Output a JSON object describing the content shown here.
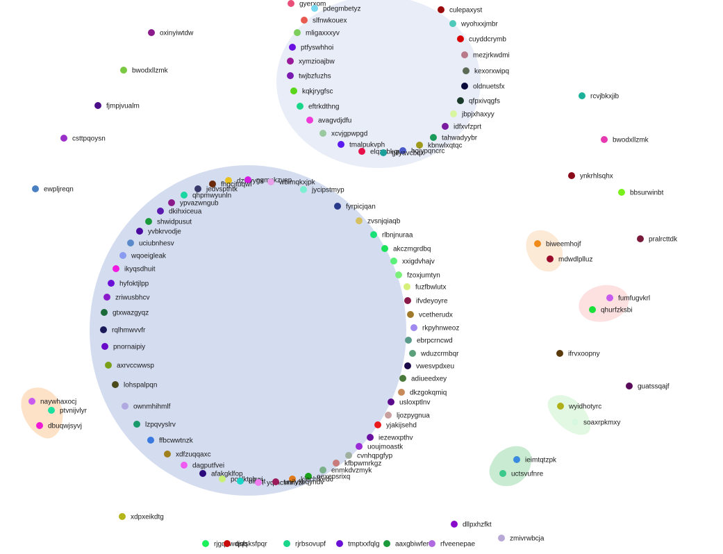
{
  "diagram": {
    "type": "cluster-graph",
    "clusters": [
      {
        "name": "cluster-top",
        "color": "#e9edf8"
      },
      {
        "name": "cluster-main",
        "color": "#d4dcf0"
      },
      {
        "name": "cluster-left",
        "color": "#fde2c8"
      },
      {
        "name": "cluster-biweem",
        "color": "#fce9d6"
      },
      {
        "name": "cluster-fumfug",
        "color": "#fde0e0"
      },
      {
        "name": "cluster-wyid",
        "color": "#e2f8e2"
      },
      {
        "name": "cluster-ieimt",
        "color": "#c8ebd2"
      }
    ],
    "nodes": [
      {
        "label": "oxinyiwtdw",
        "color": "#8b1a8b"
      },
      {
        "label": "bwodxllzmk",
        "color": "#7ac943"
      },
      {
        "label": "fjmpjvualm",
        "color": "#4b0f8a"
      },
      {
        "label": "csttpqoysn",
        "color": "#9b2fc9"
      },
      {
        "label": "ewpljreqn",
        "color": "#4a7fc1"
      },
      {
        "label": "xdpxeikdtg",
        "color": "#b5b51a"
      },
      {
        "label": "gyerxom",
        "color": "#e8507a"
      },
      {
        "label": "pdegmbetyz",
        "color": "#7ad8f0"
      },
      {
        "label": "culepaxyst",
        "color": "#9b0a0a"
      },
      {
        "label": "slfnwkouex",
        "color": "#e85a4f"
      },
      {
        "label": "wyohxxjmbr",
        "color": "#4fc9b9"
      },
      {
        "label": "mligaxxxyv",
        "color": "#7dce5a"
      },
      {
        "label": "cuyddcrymb",
        "color": "#d60000"
      },
      {
        "label": "ptfyswhhoi",
        "color": "#6a10e0"
      },
      {
        "label": "mezjrkwdmi",
        "color": "#b87a8a"
      },
      {
        "label": "xymzioajbw",
        "color": "#9a1a9a"
      },
      {
        "label": "kexorxwipq",
        "color": "#5a6a55"
      },
      {
        "label": "twjbzfuzhs",
        "color": "#7a1ab0"
      },
      {
        "label": "oldnuetsfx",
        "color": "#0a0a3a"
      },
      {
        "label": "kqkjrygfsc",
        "color": "#5ad61a"
      },
      {
        "label": "qfpxivqgfs",
        "color": "#1a3a2a"
      },
      {
        "label": "eftrkdthng",
        "color": "#1ad68a"
      },
      {
        "label": "jbpjxhaxyy",
        "color": "#d8f5a0"
      },
      {
        "label": "avagvdjdfu",
        "color": "#f03ad8"
      },
      {
        "label": "idfxvfzprt",
        "color": "#7a1aa0"
      },
      {
        "label": "xcvjgpwpgd",
        "color": "#9ac9a0"
      },
      {
        "label": "tahwadyybr",
        "color": "#1a9a5a"
      },
      {
        "label": "tmalpukvph",
        "color": "#5a1af0"
      },
      {
        "label": "kbnwlxqtqc",
        "color": "#a09a1a"
      },
      {
        "label": "elqzvbkqm",
        "color": "#e8104a"
      },
      {
        "label": "hqiypqncrc",
        "color": "#4a5ac9"
      },
      {
        "label": "gilyavcbqx",
        "color": "#1aa09a"
      },
      {
        "label": "dzwvygx",
        "color": "#e8c020"
      },
      {
        "label": "ngmnkzvep",
        "color": "#d61ae0"
      },
      {
        "label": "wbimqkxjpk",
        "color": "#e8a0e8"
      },
      {
        "label": "fhgcjtuqwl",
        "color": "#6a2a0a"
      },
      {
        "label": "jedvsptntk",
        "color": "#3a3a6a"
      },
      {
        "label": "jycipstmyp",
        "color": "#7af0d0"
      },
      {
        "label": "qhpmwyunln",
        "color": "#1ad6a0"
      },
      {
        "label": "ypvazwngub",
        "color": "#8a1a8a"
      },
      {
        "label": "fyrpicjqan",
        "color": "#2a3a8a"
      },
      {
        "label": "dkihxiceua",
        "color": "#5a1ab0"
      },
      {
        "label": "zvsnjqiaqb",
        "color": "#d6c060"
      },
      {
        "label": "shwidpusut",
        "color": "#1a9a3a"
      },
      {
        "label": "rlbnjnuraa",
        "color": "#1ae07a"
      },
      {
        "label": "yvbkrvodje",
        "color": "#4a0aa0"
      },
      {
        "label": "uciubnhesv",
        "color": "#5a8ac9"
      },
      {
        "label": "akczmgrdbq",
        "color": "#1ae05a"
      },
      {
        "label": "wqoeigleak",
        "color": "#8a9af0"
      },
      {
        "label": "xxigdvhajv",
        "color": "#5af07a"
      },
      {
        "label": "ikyqsdhuit",
        "color": "#f01ae0"
      },
      {
        "label": "fzoxjumtyn",
        "color": "#7af07a"
      },
      {
        "label": "hyfoktjlpp",
        "color": "#6a10d6"
      },
      {
        "label": "fuzfbwlutx",
        "color": "#d6f07a"
      },
      {
        "label": "zriwusbhcv",
        "color": "#8a1ac9"
      },
      {
        "label": "ifvdeyoyre",
        "color": "#8a1a4a"
      },
      {
        "label": "gtxwazgyqz",
        "color": "#1a6a3a"
      },
      {
        "label": "vcetherudx",
        "color": "#a07a2a"
      },
      {
        "label": "rqlhmwvvfr",
        "color": "#1a1a5a"
      },
      {
        "label": "rkpyhnweoz",
        "color": "#a08af0"
      },
      {
        "label": "ebrpcrncwd",
        "color": "#5a9a8a"
      },
      {
        "label": "pnornaipiy",
        "color": "#6a0ac9"
      },
      {
        "label": "wduzcrmbqr",
        "color": "#5aa07a"
      },
      {
        "label": "axrvccwwsp",
        "color": "#7aa01a"
      },
      {
        "label": "vwesvpdxeu",
        "color": "#1a0a4a"
      },
      {
        "label": "adiueedxey",
        "color": "#4a7a3a"
      },
      {
        "label": "lohspalpqn",
        "color": "#4a4a1a"
      },
      {
        "label": "dkzgokqmiq",
        "color": "#c98a5a"
      },
      {
        "label": "usloxptlnv",
        "color": "#5a0a8a"
      },
      {
        "label": "ownmhihmlf",
        "color": "#b0a8e0"
      },
      {
        "label": "ljozpygnua",
        "color": "#c9a0a0"
      },
      {
        "label": "lzpqvyslrv",
        "color": "#1a9a6a"
      },
      {
        "label": "yjakijsehd",
        "color": "#e81a1a"
      },
      {
        "label": "iezewxpthv",
        "color": "#6a10a0"
      },
      {
        "label": "ffbcwwtnzk",
        "color": "#3a7ae0"
      },
      {
        "label": "uoujmoastk",
        "color": "#9a2ad6"
      },
      {
        "label": "xdfzuqqaxc",
        "color": "#a0801a"
      },
      {
        "label": "cvnhqpgfyp",
        "color": "#a0b0a0"
      },
      {
        "label": "dagputfvei",
        "color": "#f05af0"
      },
      {
        "label": "kfbpwmrkgz",
        "color": "#c97a7a"
      },
      {
        "label": "enmkdvzmyk",
        "color": "#7ab08a"
      },
      {
        "label": "afakgklfop",
        "color": "#2a0a7a"
      },
      {
        "label": "oexepsrixq",
        "color": "#1aa01a"
      },
      {
        "label": "pozlktpbwi",
        "color": "#c9f07a"
      },
      {
        "label": "kjechlkedc",
        "color": "#e07a1a"
      },
      {
        "label": "blbfqt",
        "color": "#1ad6c9"
      },
      {
        "label": "yqthcfmnvzl",
        "color": "#f07af0"
      },
      {
        "label": "unilyfwqyndv",
        "color": "#9a1a5a"
      },
      {
        "label": "naywhaxocj",
        "color": "#c95af0"
      },
      {
        "label": "ptvnijvlyr",
        "color": "#1ae0a0"
      },
      {
        "label": "dbuqwjsyvj",
        "color": "#f01ad6"
      },
      {
        "label": "rcvjbkxjib",
        "color": "#1ab09a"
      },
      {
        "label": "bwodxllzmk",
        "color": "#e83ab0"
      },
      {
        "label": "ynkrhlsqhx",
        "color": "#8a0a1a"
      },
      {
        "label": "bbsurwinbt",
        "color": "#7af01a"
      },
      {
        "label": "biweemhojf",
        "color": "#f08a1a"
      },
      {
        "label": "mdwdlplluz",
        "color": "#9a0a2a"
      },
      {
        "label": "pralrcttdk",
        "color": "#7a1a3a"
      },
      {
        "label": "fumfugvkrl",
        "color": "#c95af0"
      },
      {
        "label": "qhurfzksbi",
        "color": "#1ae03a"
      },
      {
        "label": "ifrvxoopny",
        "color": "#5a3a0a"
      },
      {
        "label": "guatssqajf",
        "color": "#5a0a5a"
      },
      {
        "label": "wyidhotyrc",
        "color": "#b0b01a"
      },
      {
        "label": "soaxrpkmxy",
        "color": "#d6f8e0"
      },
      {
        "label": "ieimtqtzpk",
        "color": "#3a8ae0"
      },
      {
        "label": "uctsvufnre",
        "color": "#3ac98a"
      },
      {
        "label": "dllpxhzfkt",
        "color": "#8a0ac9"
      },
      {
        "label": "zmivrwbcja",
        "color": "#b8a8d6"
      },
      {
        "label": "rjgqbwdjqq",
        "color": "#1af05a"
      },
      {
        "label": "qsfsksfpqr",
        "color": "#c90a0a"
      },
      {
        "label": "rjrbsovupf",
        "color": "#1ad68a"
      },
      {
        "label": "tmptxxfqlg",
        "color": "#6a10d6"
      },
      {
        "label": "aaxgbiwfer",
        "color": "#1a9a3a"
      },
      {
        "label": "rfveenepae",
        "color": "#b06ae0"
      }
    ]
  }
}
